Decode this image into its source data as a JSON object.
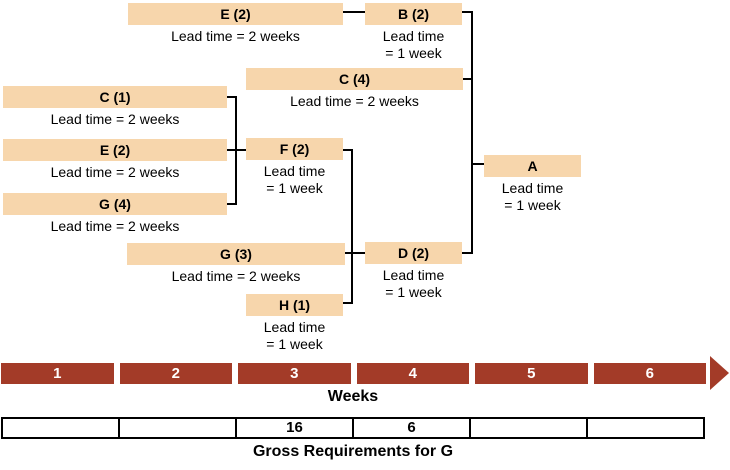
{
  "nodes": [
    {
      "id": "E-top",
      "label": "E (2)",
      "lead_lines": [
        "Lead time = 2 weeks"
      ]
    },
    {
      "id": "B",
      "label": "B (2)",
      "lead_lines": [
        "Lead time",
        "= 1 week"
      ]
    },
    {
      "id": "C4",
      "label": "C (4)",
      "lead_lines": [
        "Lead time = 2 weeks"
      ]
    },
    {
      "id": "C1",
      "label": "C (1)",
      "lead_lines": [
        "Lead time = 2 weeks"
      ]
    },
    {
      "id": "E-left",
      "label": "E (2)",
      "lead_lines": [
        "Lead time = 2 weeks"
      ]
    },
    {
      "id": "G4",
      "label": "G (4)",
      "lead_lines": [
        "Lead time = 2 weeks"
      ]
    },
    {
      "id": "F",
      "label": "F (2)",
      "lead_lines": [
        "Lead time",
        "= 1 week"
      ]
    },
    {
      "id": "G3",
      "label": "G (3)",
      "lead_lines": [
        "Lead time = 2 weeks"
      ]
    },
    {
      "id": "D",
      "label": "D (2)",
      "lead_lines": [
        "Lead time",
        "= 1 week"
      ]
    },
    {
      "id": "H",
      "label": "H (1)",
      "lead_lines": [
        "Lead time",
        "= 1 week"
      ]
    },
    {
      "id": "A",
      "label": "A",
      "lead_lines": [
        "Lead time",
        "= 1 week"
      ]
    }
  ],
  "weeks": {
    "labels": [
      "1",
      "2",
      "3",
      "4",
      "5",
      "6"
    ],
    "caption": "Weeks"
  },
  "gross_requirements": {
    "values": [
      "",
      "",
      "16",
      "6",
      "",
      ""
    ],
    "caption": "Gross Requirements for G"
  },
  "colors": {
    "box_fill": "#F7D6AC",
    "week_bar": "#A33B28",
    "line": "#000000",
    "week_text": "#FFFFFF"
  }
}
